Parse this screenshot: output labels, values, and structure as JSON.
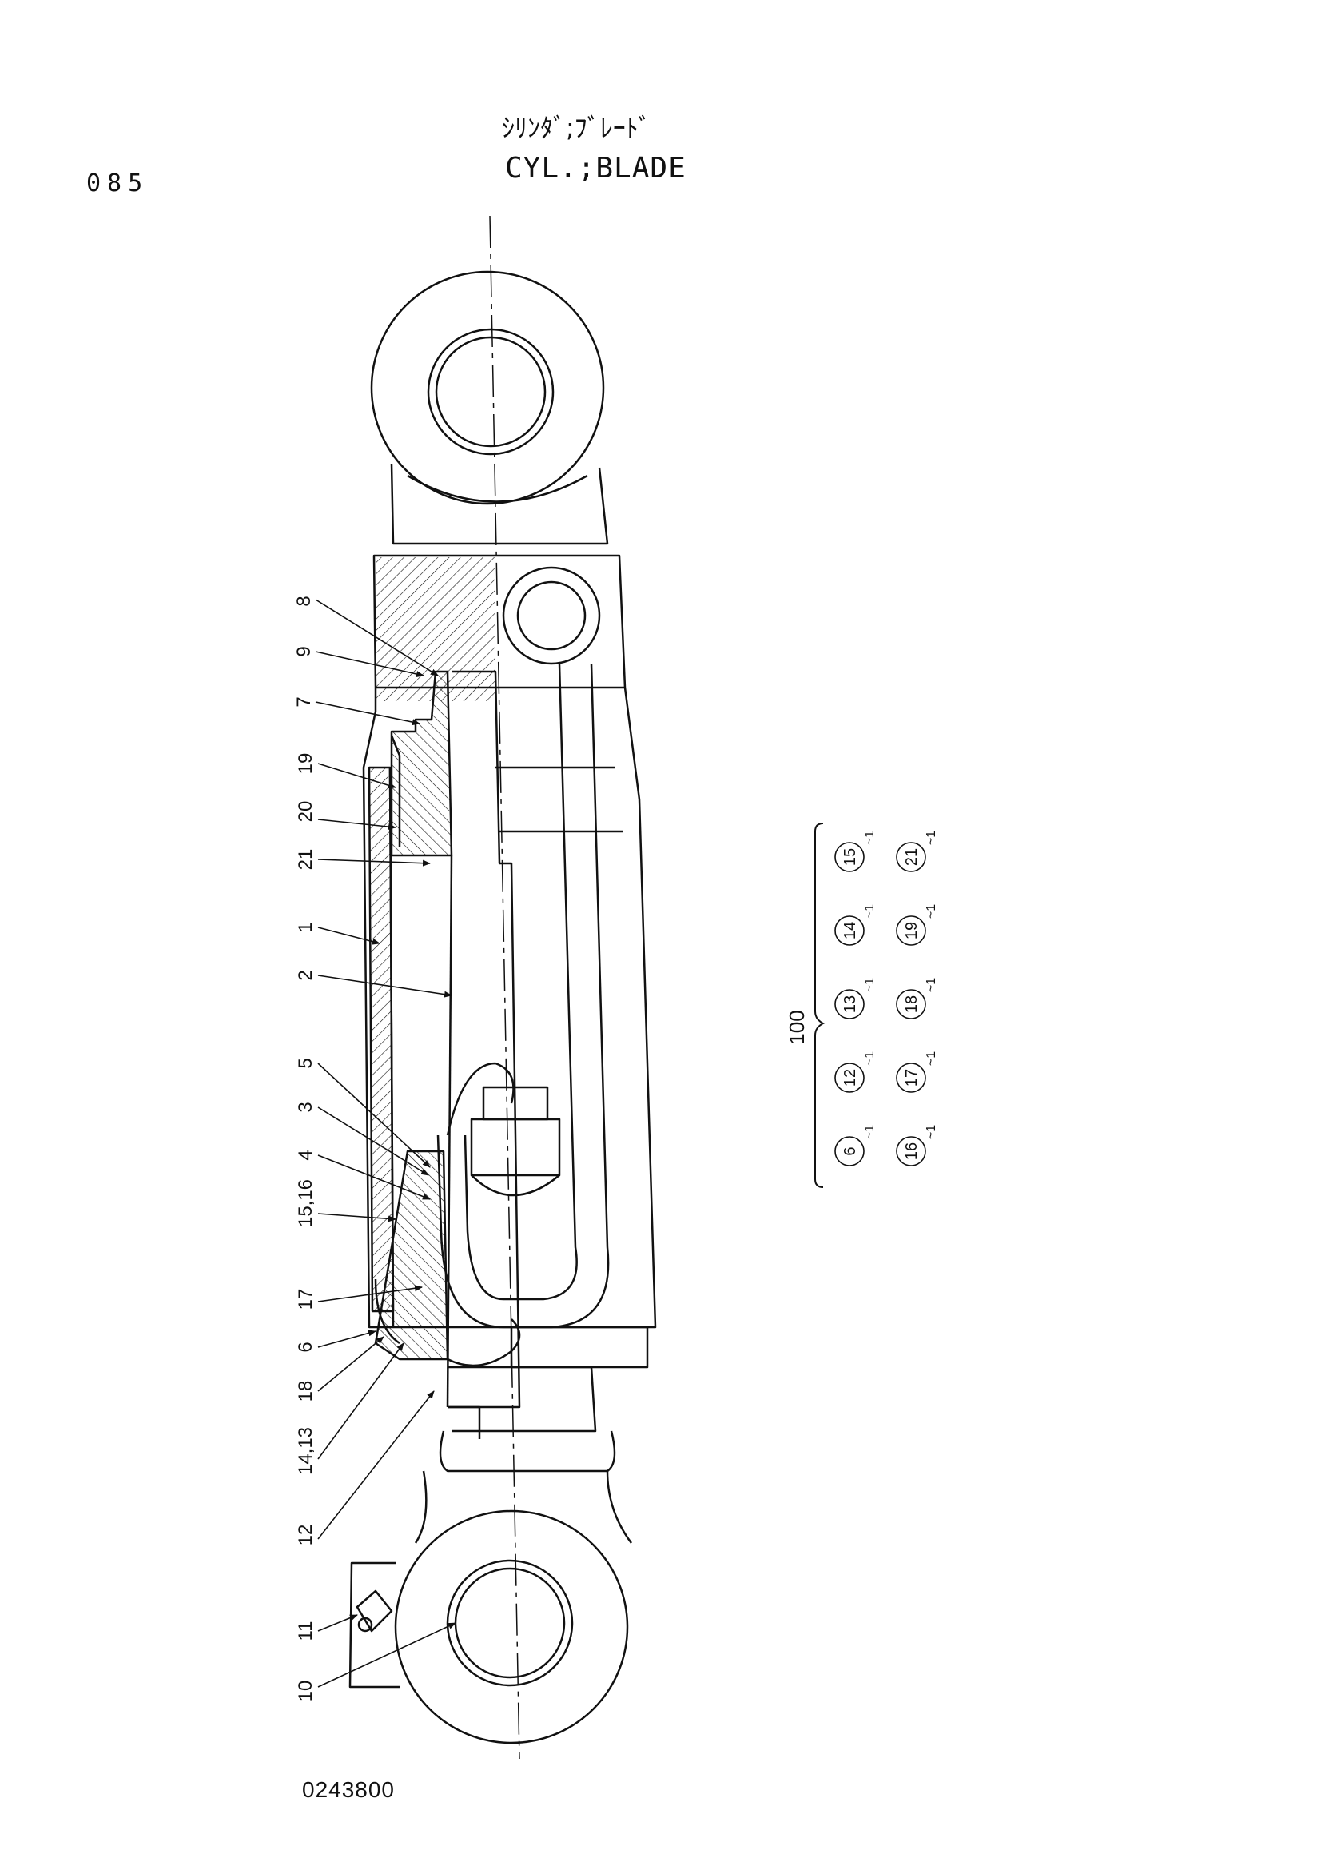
{
  "page_number": "085",
  "title_jp": "ｼﾘﾝﾀﾞ;ﾌﾞﾚｰﾄﾞ",
  "title_en": "CYL.;BLADE",
  "drawing_number": "0243800",
  "callouts": [
    {
      "id": "c8",
      "label": "8"
    },
    {
      "id": "c9",
      "label": "9"
    },
    {
      "id": "c7",
      "label": "7"
    },
    {
      "id": "c19",
      "label": "19"
    },
    {
      "id": "c20",
      "label": "20"
    },
    {
      "id": "c21",
      "label": "21"
    },
    {
      "id": "c1",
      "label": "1"
    },
    {
      "id": "c2",
      "label": "2"
    },
    {
      "id": "c5",
      "label": "5"
    },
    {
      "id": "c3",
      "label": "3"
    },
    {
      "id": "c4",
      "label": "4"
    },
    {
      "id": "c1516",
      "label": "15,16"
    },
    {
      "id": "c17",
      "label": "17"
    },
    {
      "id": "c6",
      "label": "6"
    },
    {
      "id": "c18",
      "label": "18"
    },
    {
      "id": "c1413",
      "label": "14,13"
    },
    {
      "id": "c12",
      "label": "12"
    },
    {
      "id": "c11",
      "label": "11"
    },
    {
      "id": "c10",
      "label": "10"
    }
  ],
  "kit": {
    "number": "100",
    "row1": [
      "6",
      "12",
      "13",
      "14",
      "15"
    ],
    "row2": [
      "16",
      "17",
      "18",
      "19",
      "21"
    ],
    "qty": "1"
  },
  "colors": {
    "ink": "#111111",
    "paper": "#ffffff"
  }
}
